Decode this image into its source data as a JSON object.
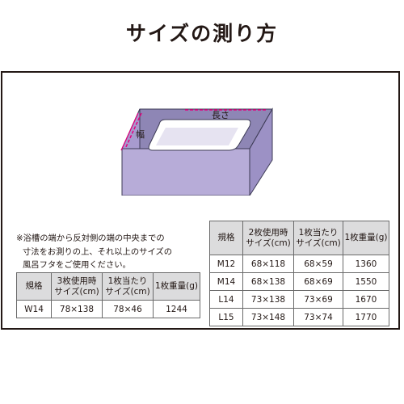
{
  "title": "サイズの測り方",
  "diagram": {
    "length_label": "長さ",
    "width_label": "幅"
  },
  "note": {
    "lines": [
      "※浴槽の端から反対側の端の中央までの",
      "寸法をお測りの上、それ以上のサイズの",
      "風呂フタをご使用ください。"
    ]
  },
  "table_left": {
    "headers": [
      [
        "規格"
      ],
      [
        "3枚使用時",
        "サイズ(cm)"
      ],
      [
        "1枚当たり",
        "サイズ(cm)"
      ],
      [
        "1枚重量(g)"
      ]
    ],
    "rows": [
      [
        "W14",
        "78×138",
        "78×46",
        "1244"
      ]
    ]
  },
  "table_right": {
    "headers": [
      [
        "規格"
      ],
      [
        "2枚使用時",
        "サイズ(cm)"
      ],
      [
        "1枚当たり",
        "サイズ(cm)"
      ],
      [
        "1枚重量(g)"
      ]
    ],
    "rows": [
      [
        "M12",
        "68×118",
        "68×59",
        "1360"
      ],
      [
        "M14",
        "68×138",
        "68×69",
        "1550"
      ],
      [
        "L14",
        "73×138",
        "73×69",
        "1670"
      ],
      [
        "L15",
        "73×148",
        "73×74",
        "1770"
      ]
    ]
  },
  "colors": {
    "tub_side": "#a79bce",
    "tub_front": "#b7acd8",
    "tub_rim": "#8e86b5",
    "tub_outline": "#3c3a55",
    "measure_line": "#e4007f",
    "header_bg": "#dcdcdd"
  }
}
